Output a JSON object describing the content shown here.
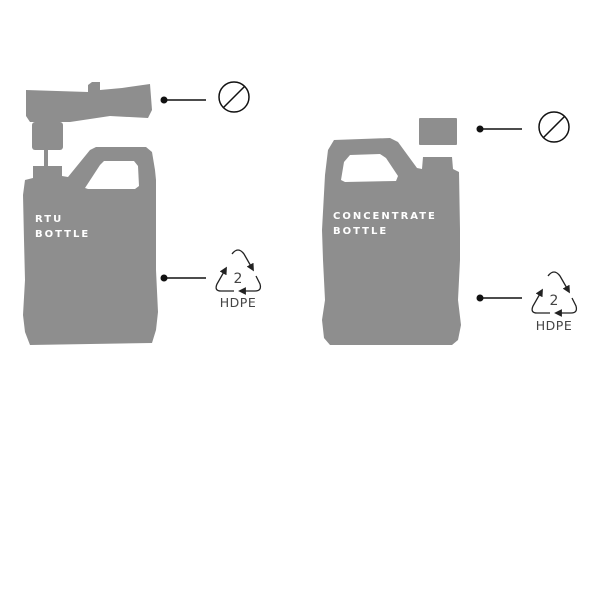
{
  "colors": {
    "bottle": "#8e8e8e",
    "line": "#111111",
    "label": "#ffffff"
  },
  "bottles": [
    {
      "name": "rtu",
      "label_line1": "RTU",
      "label_line2": "BOTTLE",
      "top_part_icon": "not-recyclable-icon",
      "body_icon": "recycle-hdpe-icon",
      "resin_code": "2",
      "resin_name": "HDPE"
    },
    {
      "name": "concentrate",
      "label_line1": "CONCENTRATE",
      "label_line2": "BOTTLE",
      "top_part_icon": "not-recyclable-icon",
      "body_icon": "recycle-hdpe-icon",
      "resin_code": "2",
      "resin_name": "HDPE"
    }
  ]
}
